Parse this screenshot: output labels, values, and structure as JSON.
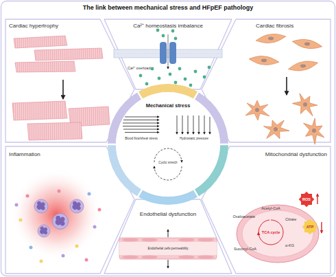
{
  "diagram": {
    "title": "The link between mechanical stress and HFpEF pathology",
    "nodes": [
      {
        "text": [
          "Cardiac hypertrophy"
        ]
      },
      {
        "text": [
          "Ca²⁺ homeostasis imbalance"
        ]
      },
      {
        "text": [
          "Cardiac fibrosis"
        ]
      },
      {
        "text": [
          "Mechanical stress",
          "Blood flow/shear stress",
          "Hydrostatic pressure",
          "Cyclic stretch"
        ]
      },
      {
        "text": [
          "Inflammation"
        ]
      },
      {
        "text": [
          "Endothelial dysfunction"
        ]
      },
      {
        "text": [
          "Mitochondrial dysfunction"
        ]
      }
    ],
    "labels": [
      "Ca²⁺ overload",
      "ROS",
      "Acetyl-CoA",
      "Oxaloacetate",
      "Citrate",
      "TCA cycle",
      "ATP",
      "Succinyl-CoA",
      "α-KG",
      "Endothelial cells permeability"
    ]
  }
}
